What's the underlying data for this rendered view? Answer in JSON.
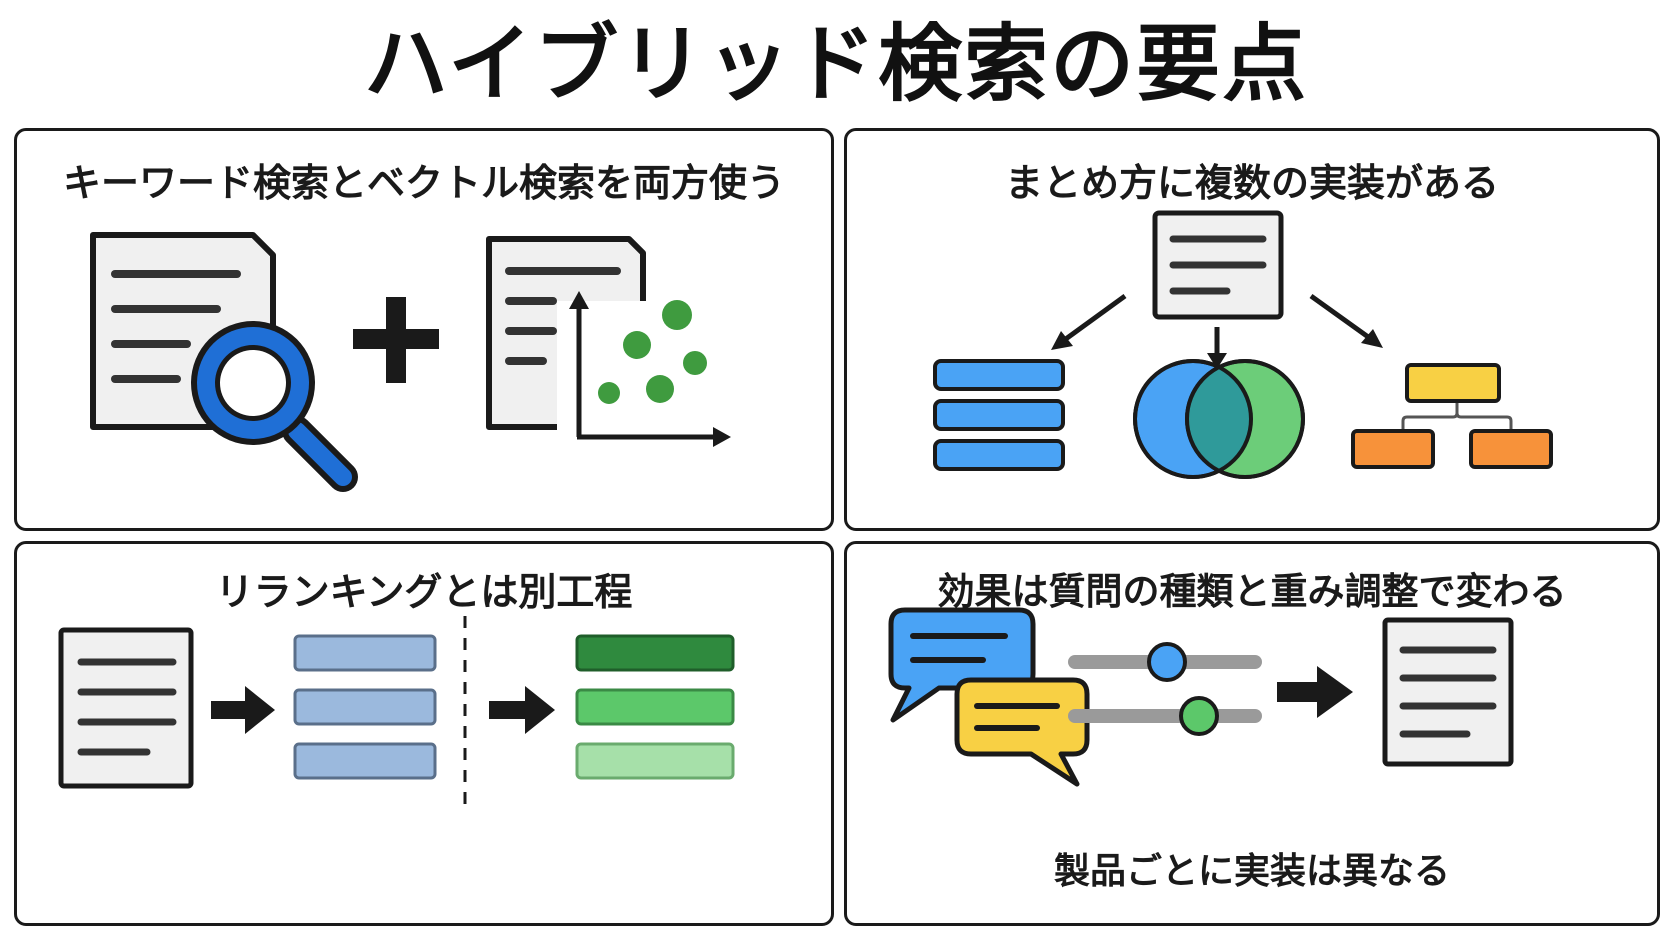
{
  "title": "ハイブリッド検索の要点",
  "panels": [
    {
      "title": "キーワード検索とベクトル検索を両方使う",
      "icons": [
        "document-icon",
        "magnifier-icon",
        "plus-icon",
        "document-icon",
        "vector-scatter-icon"
      ]
    },
    {
      "title": "まとめ方に複数の実装がある",
      "icons": [
        "document-icon",
        "arrow-icon",
        "stacked-list-icon",
        "venn-diagram-icon",
        "tree-diagram-icon"
      ]
    },
    {
      "title": "リランキングとは別工程",
      "icons": [
        "document-icon",
        "arrow-right-icon",
        "blue-list-icon",
        "divider-dashed-line",
        "green-ranked-list-icon"
      ]
    },
    {
      "title": "効果は質問の種類と重み調整で変わる",
      "note": "製品ごとに実装は異なる",
      "icons": [
        "chat-bubbles-icon",
        "slider-icon",
        "arrow-right-icon",
        "document-icon"
      ]
    }
  ],
  "colors": {
    "outline": "#1a1a1a",
    "doc_fill": "#f0f0f0",
    "blue": "#4aa3f5",
    "blue_dark": "#1f6fd6",
    "green": "#3f9b3f",
    "green_light": "#5cc86a",
    "yellow": "#f8d044",
    "orange": "#f7923a",
    "list_blue": "#9bb9dd"
  }
}
